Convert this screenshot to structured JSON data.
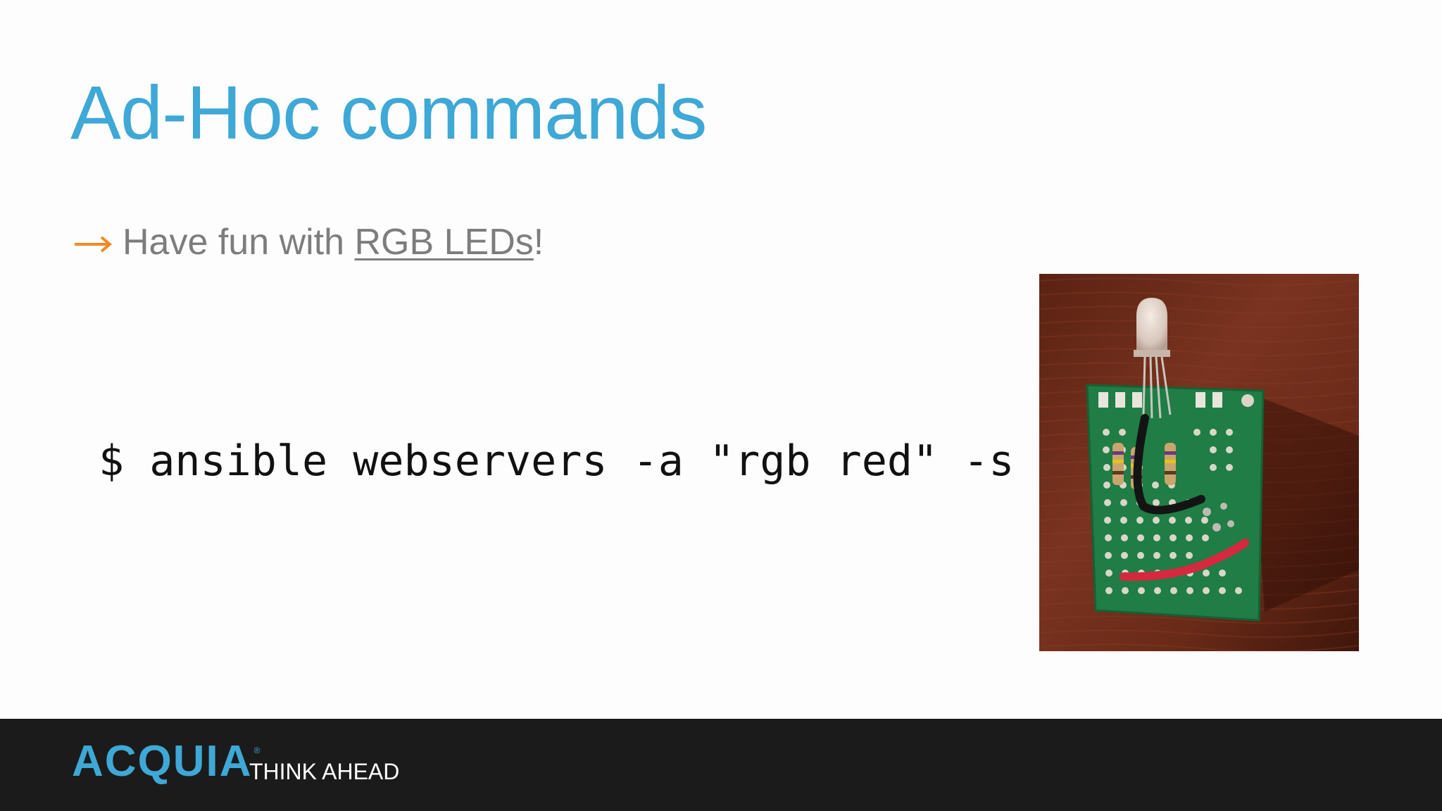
{
  "slide": {
    "title": "Ad-Hoc commands",
    "bullet": {
      "prefix": "Have fun with ",
      "link_text": "RGB LEDs",
      "suffix": "!",
      "arrow_icon": "right-arrow-icon",
      "arrow_color": "#f08a24"
    },
    "command": "$ ansible webservers -a \"rgb red\" -s",
    "photo": {
      "icon": "rgb-led-circuit-board-photo"
    }
  },
  "footer": {
    "logo_text": "ACQUIA",
    "logo_registered": "®",
    "tagline": "THINK AHEAD",
    "brand_color": "#3ea8d6",
    "background": "#1c1b1b"
  }
}
